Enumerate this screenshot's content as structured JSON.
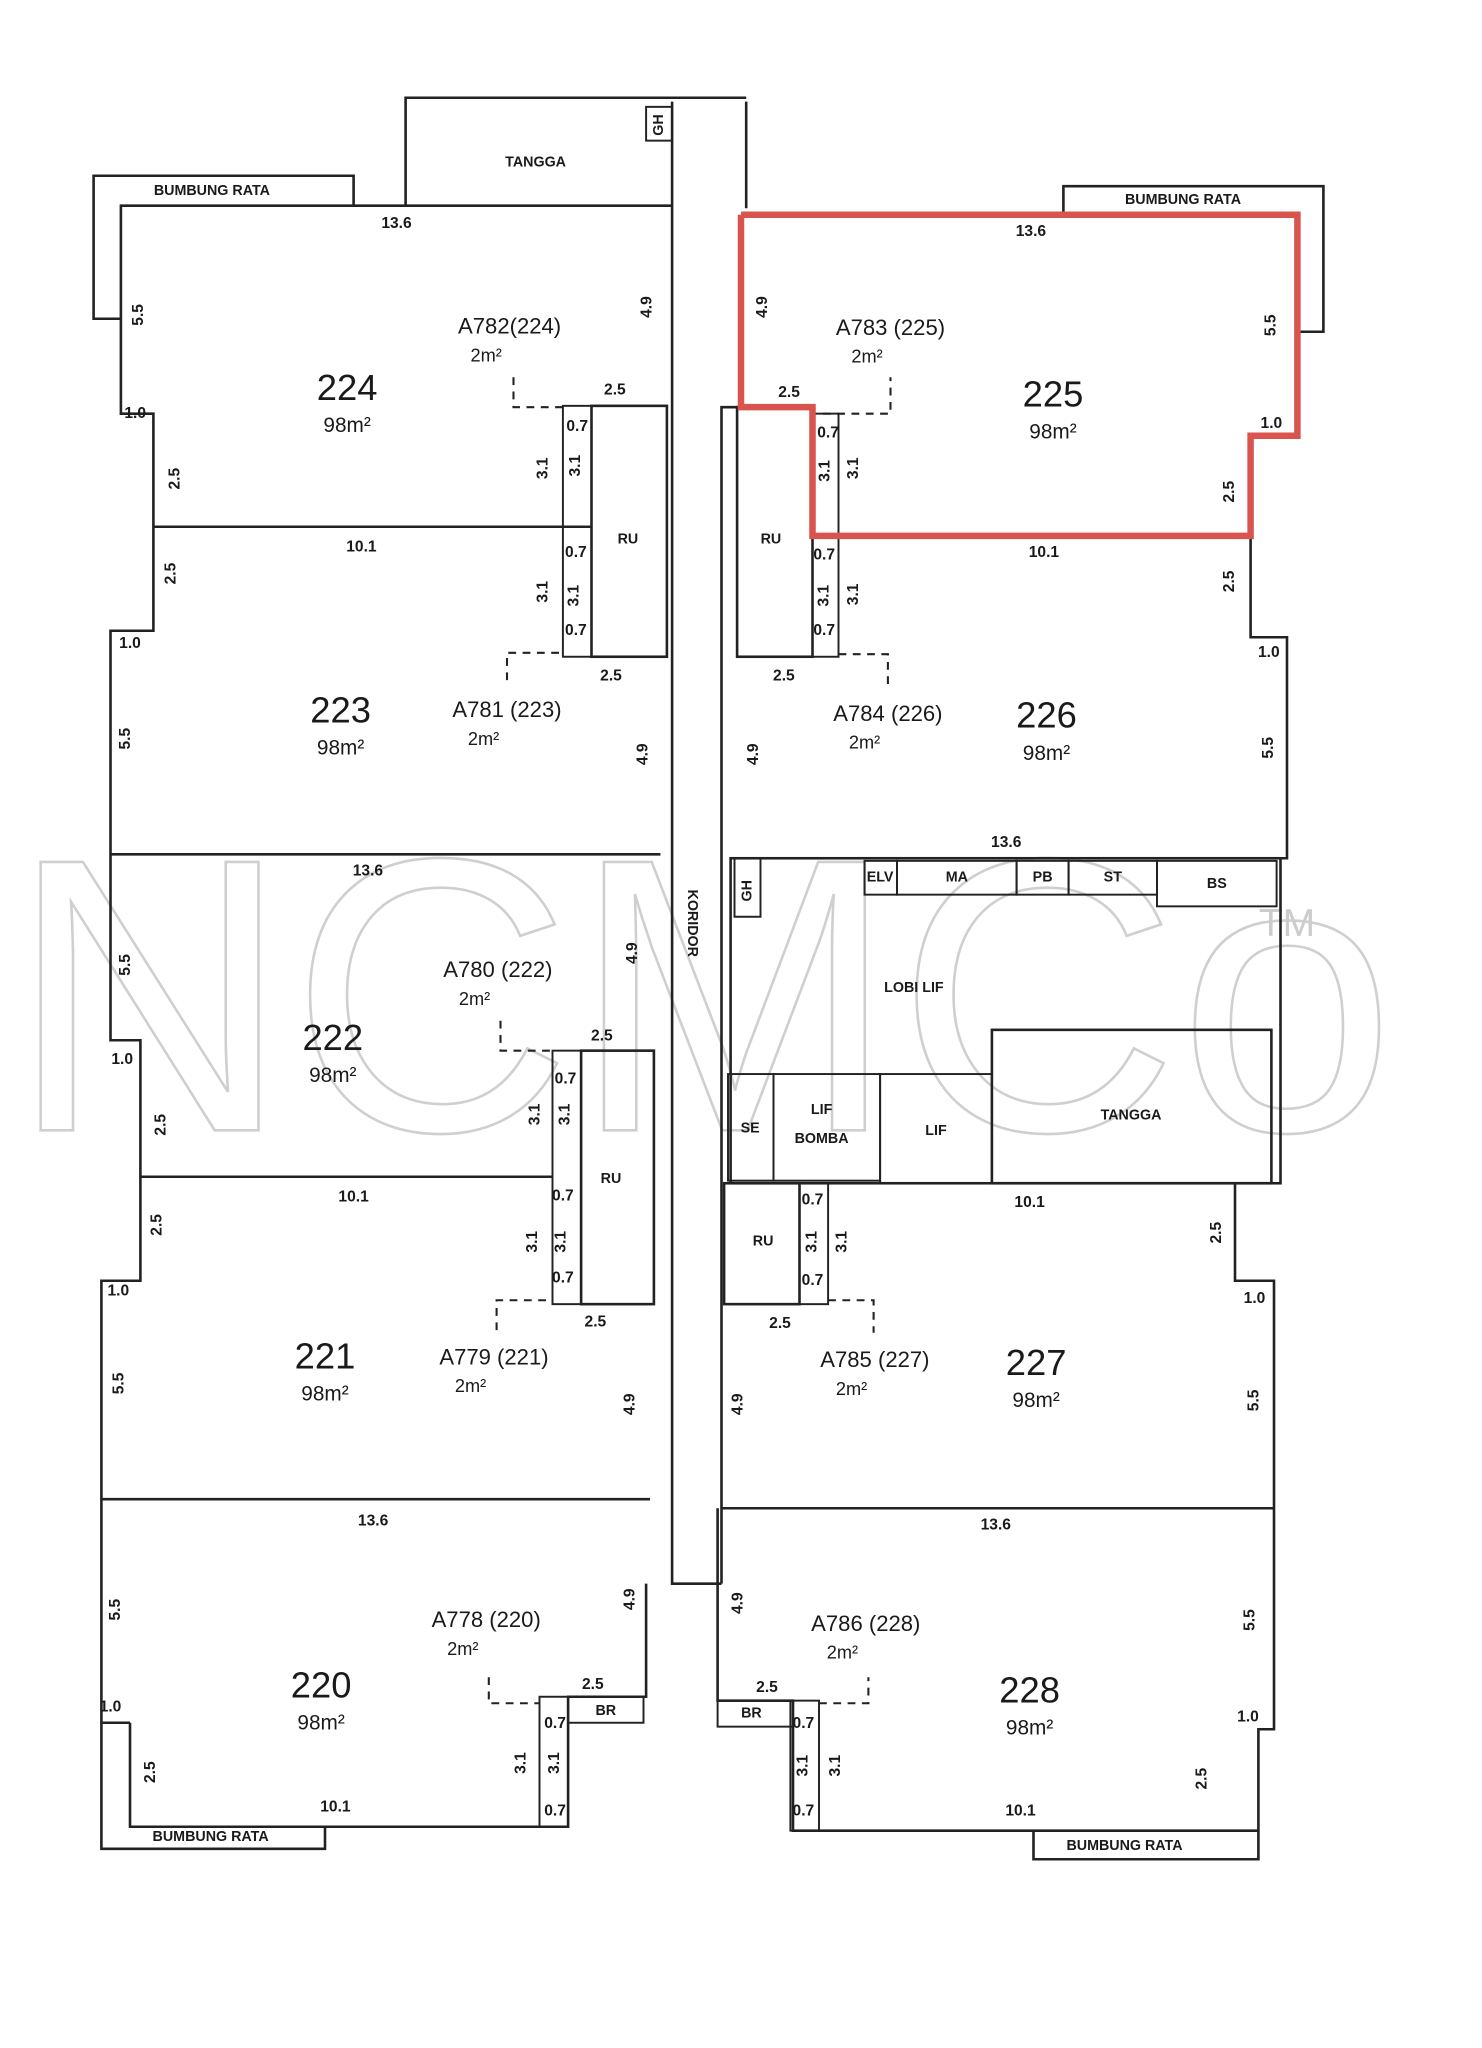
{
  "watermark": {
    "text": "NCMCo",
    "tm": "TM"
  },
  "highlight_color": "#d9534f",
  "highlighted_unit": "225",
  "corridor_label": "KORIDOR",
  "units": [
    {
      "number": "224",
      "area": "98m²",
      "accessory": "A782(224)",
      "accessory_area": "2m²"
    },
    {
      "number": "223",
      "area": "98m²",
      "accessory": "A781 (223)",
      "accessory_area": "2m²"
    },
    {
      "number": "222",
      "area": "98m²",
      "accessory": "A780 (222)",
      "accessory_area": "2m²"
    },
    {
      "number": "221",
      "area": "98m²",
      "accessory": "A779 (221)",
      "accessory_area": "2m²"
    },
    {
      "number": "220",
      "area": "98m²",
      "accessory": "A778 (220)",
      "accessory_area": "2m²"
    },
    {
      "number": "225",
      "area": "98m²",
      "accessory": "A783 (225)",
      "accessory_area": "2m²"
    },
    {
      "number": "226",
      "area": "98m²",
      "accessory": "A784 (226)",
      "accessory_area": "2m²"
    },
    {
      "number": "227",
      "area": "98m²",
      "accessory": "A785 (227)",
      "accessory_area": "2m²"
    },
    {
      "number": "228",
      "area": "98m²",
      "accessory": "A786 (228)",
      "accessory_area": "2m²"
    }
  ],
  "rooms": [
    "TANGGA",
    "BUMBUNG RATA",
    "BUMBUNG RATA",
    "BUMBUNG RATA",
    "BUMBUNG RATA",
    "GH",
    "GH",
    "RU",
    "RU",
    "RU",
    "RU",
    "LOBI LIF",
    "ELV",
    "MA",
    "PB",
    "ST",
    "BS",
    "SE",
    "LIF",
    "BOMBA",
    "LIF",
    "TANGGA",
    "BR",
    "BR"
  ],
  "dimensions": [
    "13.6",
    "5.5",
    "1.0",
    "2.5",
    "4.9",
    "2.5",
    "0.7",
    "3.1",
    "3.1",
    "10.1",
    "2.5",
    "0.7",
    "3.1",
    "3.1",
    "0.7",
    "1.0",
    "2.5",
    "5.5",
    "4.9",
    "13.6",
    "5.5",
    "4.9",
    "2.5",
    "0.7",
    "3.1",
    "3.1",
    "1.0",
    "2.5",
    "10.1",
    "0.7",
    "2.5",
    "3.1",
    "3.1",
    "0.7",
    "1.0",
    "2.5",
    "5.5",
    "4.9",
    "13.6",
    "5.5",
    "4.9",
    "2.5",
    "1.0",
    "0.7",
    "3.1",
    "3.1",
    "0.7",
    "2.5",
    "10.1",
    "13.6",
    "4.9",
    "5.5",
    "2.5",
    "0.7",
    "3.1",
    "3.1",
    "1.0",
    "2.5",
    "10.1",
    "0.7",
    "3.1",
    "3.1",
    "0.7",
    "2.5",
    "1.0",
    "2.5",
    "4.9",
    "5.5",
    "13.6",
    "10.1",
    "0.7",
    "3.1",
    "3.1",
    "0.7",
    "2.5",
    "1.0",
    "2.5",
    "4.9",
    "5.5",
    "13.6",
    "4.9",
    "5.5",
    "2.5",
    "1.0",
    "0.7",
    "3.1",
    "3.1",
    "0.7",
    "2.5",
    "10.1"
  ]
}
